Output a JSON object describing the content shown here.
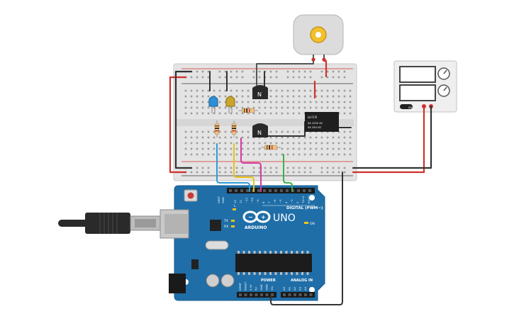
{
  "board": {
    "logo_text": "UNO",
    "brand_text": "ARDUINO",
    "digital_header": "DIGITAL (PWM~)",
    "power_label": "POWER",
    "analog_label": "ANALOG IN",
    "on_label": "ON",
    "tx_label": "TX",
    "rx_label": "RX",
    "l_label": "L",
    "aref_label": "AREF",
    "gnd_label": "GND",
    "digital_pins": [
      "13",
      "12",
      "~11",
      "~10",
      "~9",
      "8",
      "7",
      "~6",
      "~5",
      "4",
      "~3",
      "2",
      "TX→1",
      "RX←0"
    ],
    "power_pins": [
      "IOREF",
      "RESET",
      "3.3V",
      "5V",
      "GND",
      "GND",
      "Vin"
    ],
    "analog_pins": [
      "A0",
      "A1",
      "A2",
      "A3",
      "A4",
      "A5"
    ]
  },
  "relay": {
    "line1": "LU-5-R",
    "line2": "5A 125V AC",
    "line3": "5A 24V DC"
  },
  "power_supply": {
    "on_label": "on"
  },
  "transistors": {
    "label": "N"
  },
  "colors": {
    "board_blue": "#1f6ea8",
    "breadboard": "#e6e6e6",
    "wire_red": "#d0312d",
    "wire_black": "#333333",
    "wire_blue": "#2f9bd8",
    "wire_yellow": "#e8c21a",
    "wire_magenta": "#d63aa0",
    "wire_green": "#3fae49"
  }
}
